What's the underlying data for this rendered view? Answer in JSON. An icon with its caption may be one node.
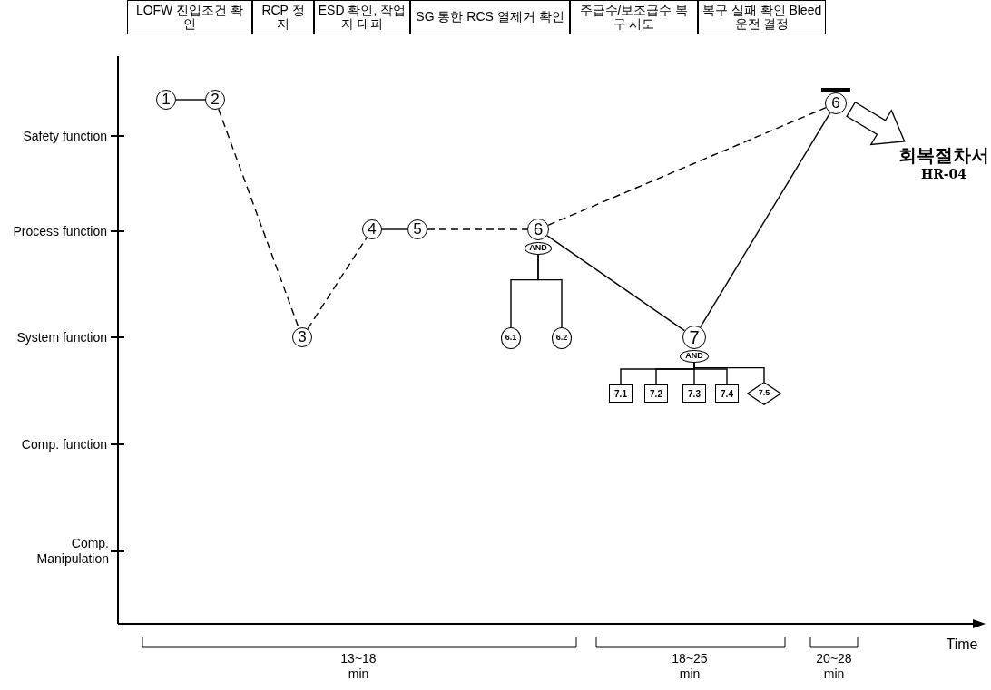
{
  "diagram": {
    "nodes": [
      {
        "text": [
          "LOFW 진입조건 확인"
        ]
      },
      {
        "text": [
          "RCP 정지"
        ]
      },
      {
        "text": [
          "ESD 확인, 작업자 대피"
        ]
      },
      {
        "text": [
          "SG 통한 RCS 열제거 확인"
        ]
      },
      {
        "text": [
          "주급수/보조급수 복구 시도"
        ]
      },
      {
        "text": [
          "복구 실패 확인 Bleed 운전 결정"
        ]
      },
      {
        "text": [
          "1"
        ]
      },
      {
        "text": [
          "2"
        ]
      },
      {
        "text": [
          "3"
        ]
      },
      {
        "text": [
          "4"
        ]
      },
      {
        "text": [
          "5"
        ]
      },
      {
        "text": [
          "6"
        ]
      },
      {
        "text": [
          "AND"
        ]
      },
      {
        "text": [
          "6.1"
        ]
      },
      {
        "text": [
          "6.2"
        ]
      },
      {
        "text": [
          "7"
        ]
      },
      {
        "text": [
          "AND"
        ]
      },
      {
        "text": [
          "7.1"
        ]
      },
      {
        "text": [
          "7.2"
        ]
      },
      {
        "text": [
          "7.3"
        ]
      },
      {
        "text": [
          "7.4"
        ]
      },
      {
        "text": [
          "7.5"
        ]
      },
      {
        "text": [
          "6"
        ]
      },
      {
        "text": [
          "회복절차서",
          "HR-04"
        ]
      }
    ],
    "edges": [
      {
        "from": 6,
        "to": 7,
        "arrow": "none"
      },
      {
        "from": 7,
        "to": 8,
        "arrow": "none",
        "style": "dashed"
      },
      {
        "from": 8,
        "to": 9,
        "arrow": "none",
        "style": "dashed"
      },
      {
        "from": 9,
        "to": 10,
        "arrow": "none"
      },
      {
        "from": 10,
        "to": 11,
        "arrow": "none",
        "style": "dashed"
      },
      {
        "from": 11,
        "to": 22,
        "arrow": "none",
        "style": "dashed"
      },
      {
        "from": 11,
        "to": 15,
        "arrow": "none"
      },
      {
        "from": 15,
        "to": 22,
        "arrow": "none"
      },
      {
        "from": 12,
        "to": 13,
        "arrow": "none"
      },
      {
        "from": 12,
        "to": 14,
        "arrow": "none"
      },
      {
        "from": 16,
        "to": 17,
        "arrow": "none"
      },
      {
        "from": 16,
        "to": 18,
        "arrow": "none"
      },
      {
        "from": 16,
        "to": 19,
        "arrow": "none"
      },
      {
        "from": 16,
        "to": 20,
        "arrow": "none"
      },
      {
        "from": 16,
        "to": 21,
        "arrow": "none"
      },
      {
        "from": 22,
        "to": 23,
        "arrow": "to",
        "style": "thick"
      }
    ],
    "labels": [
      "Safety function",
      "Process function",
      "System function",
      "Comp. function",
      "Comp. Manipulation",
      "Time",
      "13~18 min",
      "18~25 min",
      "20~28 min"
    ]
  }
}
